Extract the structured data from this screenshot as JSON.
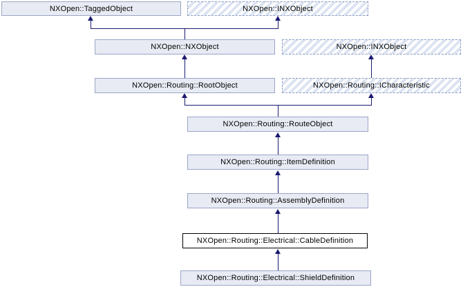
{
  "diagram": {
    "kind": "class-inheritance-graph",
    "nodes": [
      {
        "label": "NXOpen::TaggedObject",
        "style": "documented"
      },
      {
        "label": "NXOpen::INXObject",
        "style": "undocumented-hatched"
      },
      {
        "label": "NXOpen::NXObject",
        "style": "documented"
      },
      {
        "label": "NXOpen::INXObject",
        "style": "undocumented-hatched"
      },
      {
        "label": "NXOpen::Routing::RootObject",
        "style": "documented"
      },
      {
        "label": "NXOpen::Routing::ICharacteristic",
        "style": "undocumented-hatched"
      },
      {
        "label": "NXOpen::Routing::RouteObject",
        "style": "documented"
      },
      {
        "label": "NXOpen::Routing::ItemDefinition",
        "style": "documented"
      },
      {
        "label": "NXOpen::Routing::AssemblyDefinition",
        "style": "documented"
      },
      {
        "label": "NXOpen::Routing::Electrical::CableDefinition",
        "style": "current-class"
      },
      {
        "label": "NXOpen::Routing::Electrical::ShieldDefinition",
        "style": "documented"
      }
    ],
    "edges": [
      {
        "from": "NXOpen::NXObject",
        "to": "NXOpen::TaggedObject"
      },
      {
        "from": "NXOpen::NXObject",
        "to": "NXOpen::INXObject"
      },
      {
        "from": "NXOpen::Routing::RootObject",
        "to": "NXOpen::NXObject"
      },
      {
        "from": "NXOpen::Routing::ICharacteristic",
        "to": "NXOpen::INXObject"
      },
      {
        "from": "NXOpen::Routing::RouteObject",
        "to": "NXOpen::Routing::RootObject"
      },
      {
        "from": "NXOpen::Routing::RouteObject",
        "to": "NXOpen::Routing::ICharacteristic"
      },
      {
        "from": "NXOpen::Routing::ItemDefinition",
        "to": "NXOpen::Routing::RouteObject"
      },
      {
        "from": "NXOpen::Routing::AssemblyDefinition",
        "to": "NXOpen::Routing::ItemDefinition"
      },
      {
        "from": "NXOpen::Routing::Electrical::CableDefinition",
        "to": "NXOpen::Routing::AssemblyDefinition"
      },
      {
        "from": "NXOpen::Routing::Electrical::ShieldDefinition",
        "to": "NXOpen::Routing::Electrical::CableDefinition"
      }
    ],
    "colors": {
      "node_fill": "#e8ebf4",
      "node_border": "#9aa5c6",
      "hatch_stripe": "#dce3f1",
      "hatch_border": "#8a9cc8",
      "current_fill": "#ffffff",
      "current_border": "#000000",
      "edge": "#191970",
      "background": "#ffffff"
    }
  }
}
